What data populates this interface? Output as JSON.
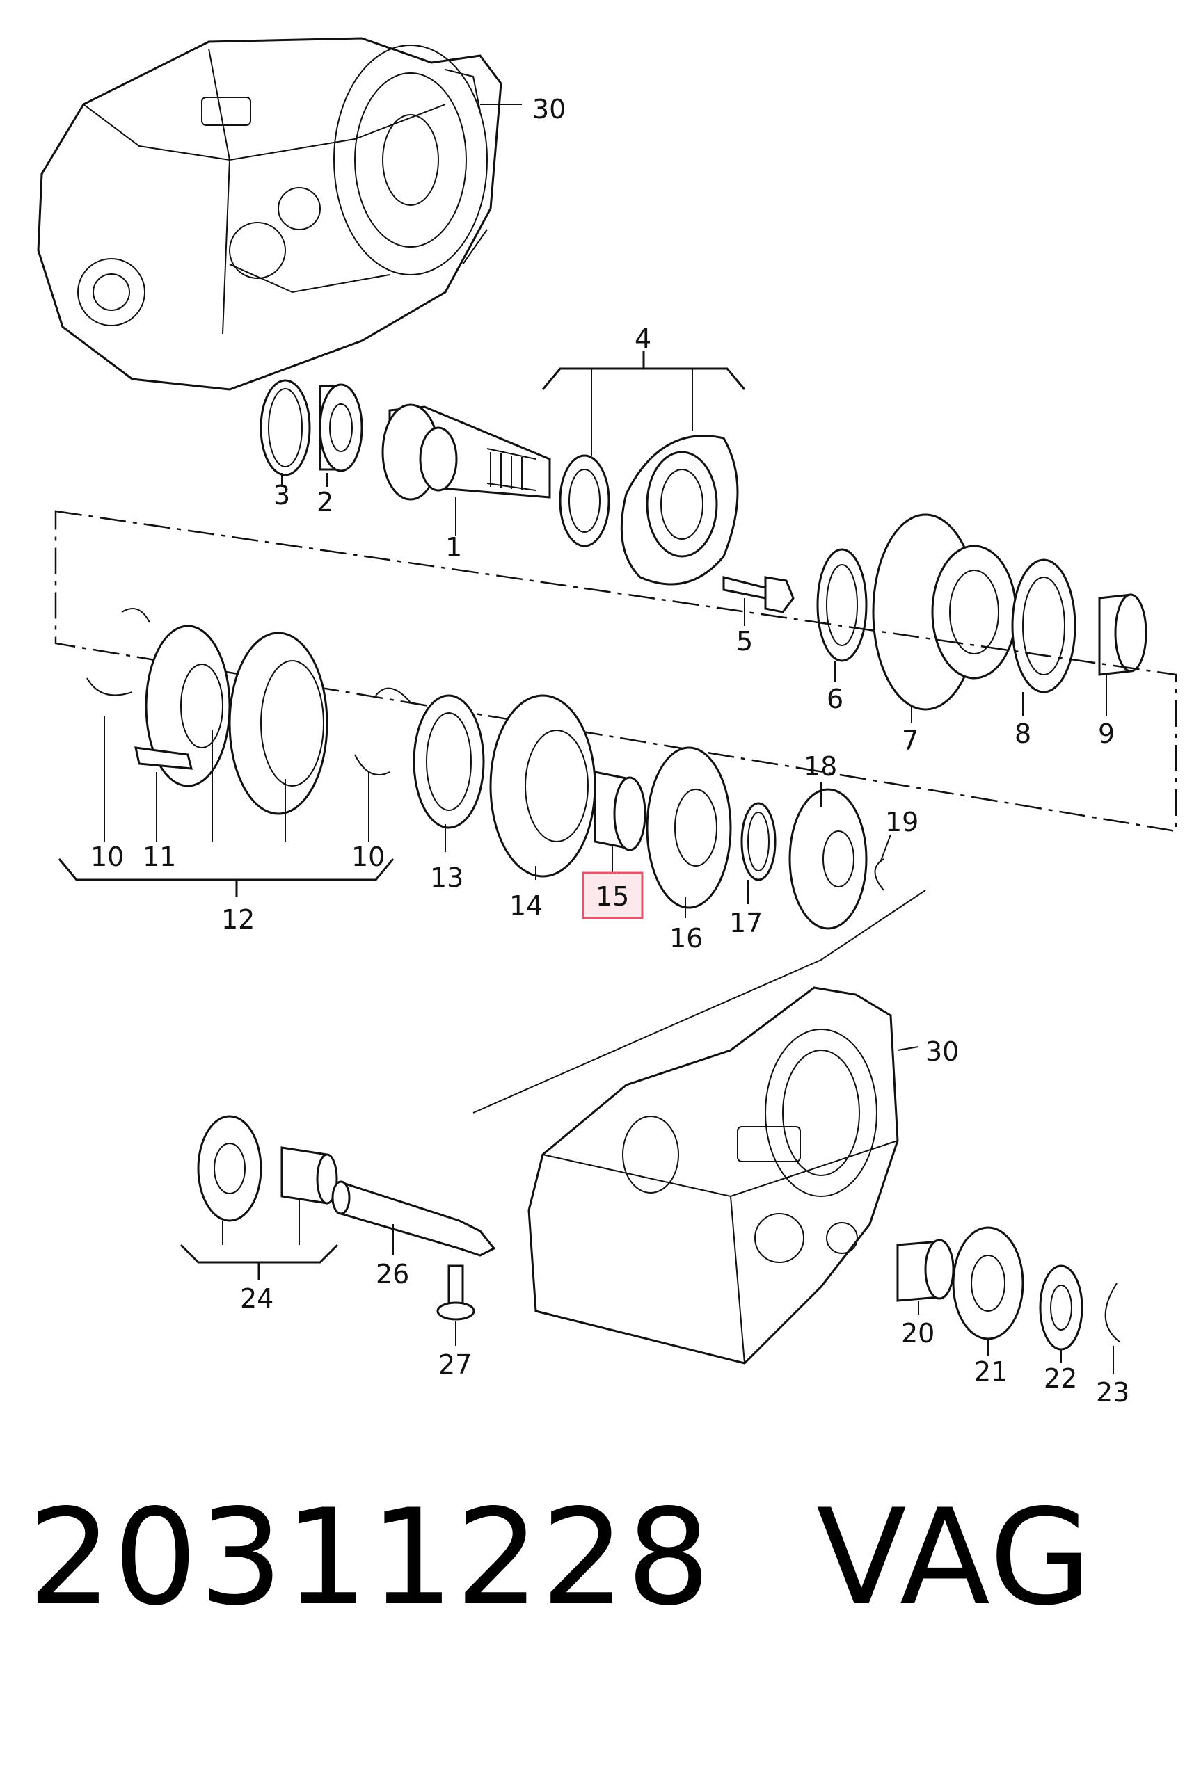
{
  "callouts": {
    "c1": "1",
    "c2": "2",
    "c3": "3",
    "c4": "4",
    "c5": "5",
    "c6": "6",
    "c7": "7",
    "c8": "8",
    "c9": "9",
    "c10a": "10",
    "c10b": "10",
    "c11": "11",
    "c12": "12",
    "c13": "13",
    "c14": "14",
    "c15": "15",
    "c16": "16",
    "c17": "17",
    "c18": "18",
    "c19": "19",
    "c20": "20",
    "c21": "21",
    "c22": "22",
    "c23": "23",
    "c24": "24",
    "c26": "26",
    "c27": "27",
    "c30a": "30",
    "c30b": "30"
  },
  "highlighted_callout": "15",
  "highlight_color": "#e0566f",
  "footer": {
    "part_number": "20311228",
    "brand": "VAG"
  }
}
